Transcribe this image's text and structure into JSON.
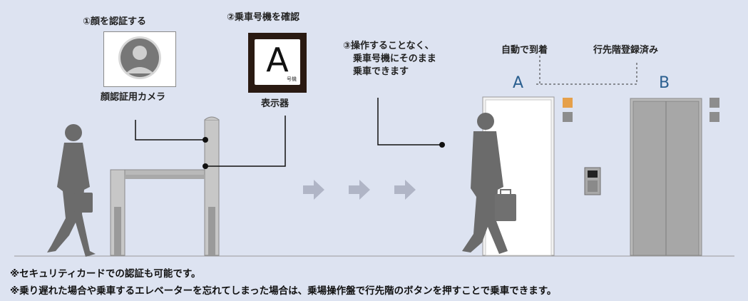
{
  "steps": {
    "step1": "①顔を認証する",
    "step2": "②乗車号機を確認",
    "step3_line1": "③操作することなく、",
    "step3_line2": "乗車号機にそのまま",
    "step3_line3": "乗車できます"
  },
  "labels": {
    "camera": "顔認証用カメラ",
    "display": "表示器",
    "auto_arrival": "自動で到着",
    "destination_registered": "行先階登録済み"
  },
  "display": {
    "letter": "A",
    "small_text": "号機"
  },
  "doors": {
    "left": "A",
    "right": "B"
  },
  "notes": [
    "※セキュリティカードでの認証も可能です。",
    "※乗り遅れた場合や乗車するエレベーターを忘れてしまった場合は、乗場操作盤で行先階のボタンを押すことで乗車できます。"
  ],
  "colors": {
    "background": "#dde3f1",
    "accent_letter": "#2a5f8f",
    "indicator_orange": "#e6a04a",
    "arrow": "#b0b5c6"
  }
}
